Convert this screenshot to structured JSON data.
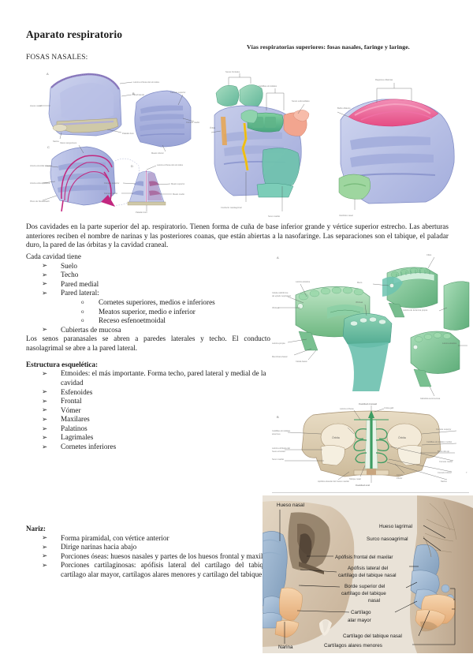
{
  "document": {
    "title": "Aparato respiratorio",
    "header_right": "Vías respiratorias superiores: fosas nasales, faringe y laringe.",
    "section_label": "FOSAS NASALES:"
  },
  "content": {
    "intro_paragraph": "Dos cavidades en la parte superior del ap. respiratorio. Tienen forma de cuña de base inferior grande y vértice superior estrecho. Las aberturas anteriores reciben el nombre de narinas y las posteriores coanas, que están abiertas a la nasofaringe. Las separaciones son el tabique, el paladar duro, la pared de las órbitas y la cavidad craneal.",
    "cavity_lead": "Cada cavidad tiene",
    "cavity_items": [
      "Suelo",
      "Techo",
      "Pared medial",
      "Pared lateral:"
    ],
    "cavity_sub_items": [
      "Cornetes superiores, medios e  inferiores",
      "Meatos superior, medio e inferior",
      "Receso esfenoetmoidal"
    ],
    "cavity_last_item": "Cubiertas de mucosa",
    "sinus_paragraph": "Los senos paranasales se abren a paredes laterales y techo. El conducto nasolagrimal se abre a la pared lateral.",
    "skeletal_heading": "Estructura esquelética:",
    "skeletal_items": [
      "Etmoides: el más importante. Forma techo, pared lateral y medial de la cavidad",
      "Esfenoides",
      "Frontal",
      "Vómer",
      "Maxilares",
      "Palatinos",
      "Lagrimales",
      "Cornetes inferiores"
    ],
    "nose_heading": "Nariz:",
    "nose_items": [
      "Forma piramidal, con vértice anterior",
      "Dirige narinas hacia abajo",
      "Porciones óseas: huesos nasales y partes de los huesos frontal y maxilar.",
      "Porciones cartilaginosas: apófisis lateral del cartílago del tabique, cartílago alar mayor, cartílagos alares menores y cartílago del tabique."
    ]
  },
  "markers": {
    "bullet": "➢",
    "sub_bullet": "o"
  },
  "figures": {
    "nasal_cavity_panels": {
      "name": "Cavidad nasal - paneles esquemáticos",
      "panel_letters": [
        "A",
        "B",
        "C",
        "D"
      ],
      "labels": [
        "Lámina cribosa del etmoides",
        "Pared lateral",
        "Hueso nasal",
        "Paladar duro",
        "Narina",
        "Cornete superior",
        "Cornete medio",
        "Cornete inferior",
        "Meato superior",
        "Meato medio",
        "Meato inferior",
        "Tabique nasal",
        "Vestíbulo nasal",
        "Coana"
      ]
    },
    "sinus_panel": {
      "name": "Senos paranasales y conductos",
      "labels": [
        "Senos frontales",
        "Celdillas etmoidales",
        "Senos esfenoidales",
        "Conducto nasolagrimal",
        "Seno maxilar",
        "Órbita"
      ]
    },
    "olfactory_panel": {
      "name": "Regiones olfatorias",
      "labels": [
        "Regiones olfatorias",
        "Bulbo olfatorio",
        "Vestíbulo nasal"
      ]
    },
    "epithelium_panel": {
      "name": "Epitelio respiratorio - cortes",
      "panel_letters": [
        "A",
        "B"
      ],
      "labels": [
        "Cilios",
        "Capa de moco",
        "Lámina propia",
        "Célula caliciforme",
        "Células basales",
        "Membrana basal",
        "Glándula seromucosa",
        "Lámina elástica",
        "Vibrisas",
        "Superficie libre"
      ]
    },
    "coronal_panel": {
      "name": "Corte coronal de las fosas nasales",
      "panel_letter": "B",
      "labels": [
        "Cavidad craneal",
        "Lámina cribosa",
        "Crista galli",
        "Órbita",
        "Cornete superior",
        "Celdillas etmoidales medias",
        "Bulbo del ojo",
        "Cornete medio",
        "Cornete inferior",
        "Tabique nasal",
        "Seno maxilar",
        "Apófisis alveolar del hueso maxilar",
        "Cavidad oral",
        "Narina"
      ]
    },
    "nose_anatomy": {
      "name": "Anatomía ósea y cartilaginosa de la nariz",
      "labels_left": [
        "Hueso nasal",
        "Narina"
      ],
      "labels_center": [
        "Apófisis frontal del maxilar",
        "Apófisis lateral del",
        "cartílago del tabique nasal",
        "Borde superior del",
        "cartílago del tabique",
        "nasal",
        "Cartílago",
        "alar mayor",
        "Cartílago del tabique nasal",
        "Cartílagos alares menores"
      ],
      "labels_right": [
        "Hueso lagrimal",
        "Surco nasoagrimal"
      ]
    }
  },
  "colors": {
    "cartilage_blue": "#8fa9c6",
    "bone_tan": "#d8c0a0",
    "soft_peach": "#eec39a",
    "epithelium_green": "#8ec99c",
    "mucosa_teal": "#6fbfae",
    "olfactory_pink": "#ef6fa4",
    "panel_lavender": "#aeb6e0",
    "panel_violet": "#8f7fc0",
    "vessel_magenta": "#c2277f",
    "highlight_yellow": "#f5c518",
    "skin_tan": "#cbb49a",
    "text": "#1a1a1a"
  }
}
